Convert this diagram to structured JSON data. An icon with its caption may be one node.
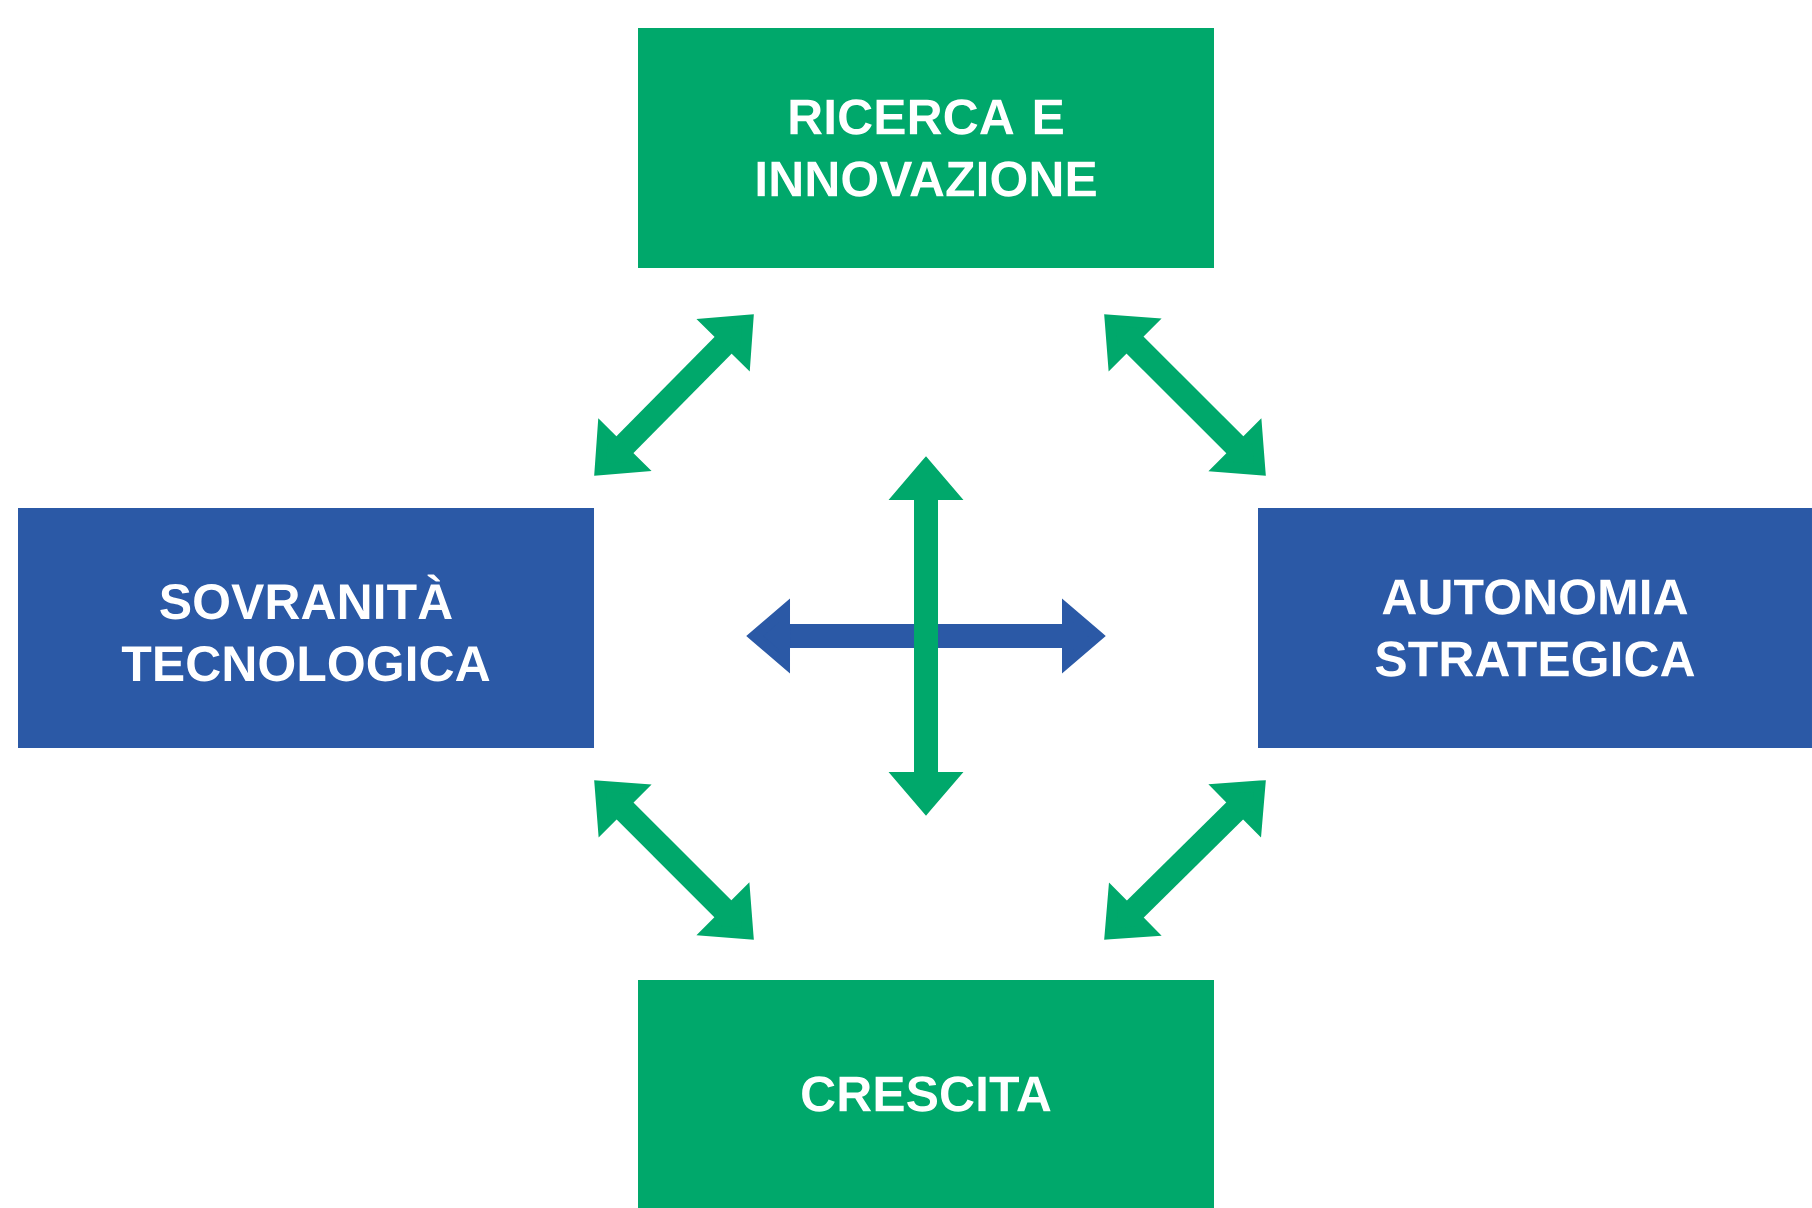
{
  "diagram": {
    "nodes": [
      {
        "text": [
          "RICERCA E INNOVAZIONE"
        ]
      },
      {
        "text": [
          "SOVRANITÀ TECNOLOGICA"
        ]
      },
      {
        "text": [
          "AUTONOMIA STRATEGICA"
        ]
      },
      {
        "text": [
          "CRESCITA"
        ]
      }
    ],
    "edges": [
      {
        "from": 0,
        "to": 1,
        "arrow": "both"
      },
      {
        "from": 0,
        "to": 2,
        "arrow": "both"
      },
      {
        "from": 1,
        "to": 3,
        "arrow": "both"
      },
      {
        "from": 2,
        "to": 3,
        "arrow": "both"
      }
    ]
  }
}
